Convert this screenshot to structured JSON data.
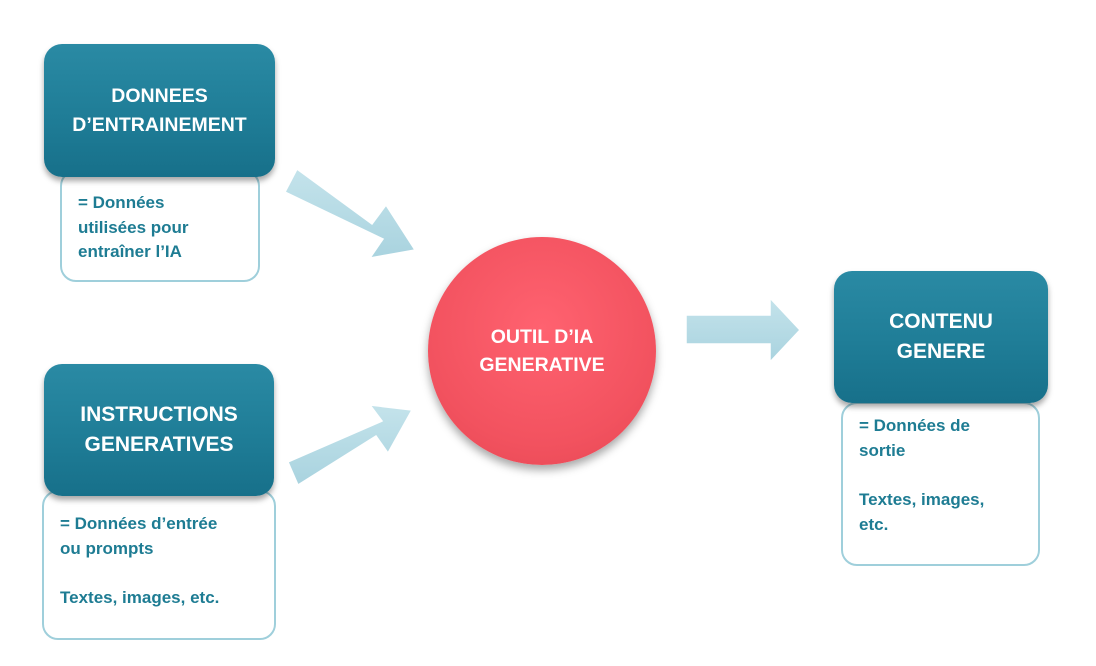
{
  "colors": {
    "header_box": "#1f7d97",
    "description_text": "#1e7c93",
    "description_border": "#9fcfdb",
    "center_circle": "#f2525f",
    "arrow_fill": "#b7dbe5"
  },
  "nodes": {
    "training_data": {
      "title_lines": [
        "DONNEES",
        "D’ENTRAINEMENT"
      ],
      "description": "= Données\nutilisées pour\nentraîner l’IA"
    },
    "instructions": {
      "title_lines": [
        "INSTRUCTIONS",
        "GENERATIVES"
      ],
      "description": " = Données d’entrée\nou prompts\n\nTextes, images, etc."
    },
    "tool": {
      "title_lines": [
        "OUTIL D’IA",
        "GENERATIVE"
      ]
    },
    "output": {
      "title_lines": [
        "CONTENU",
        "GENERE"
      ],
      "description": "= Données de\nsortie\n\nTextes, images,\netc."
    }
  }
}
